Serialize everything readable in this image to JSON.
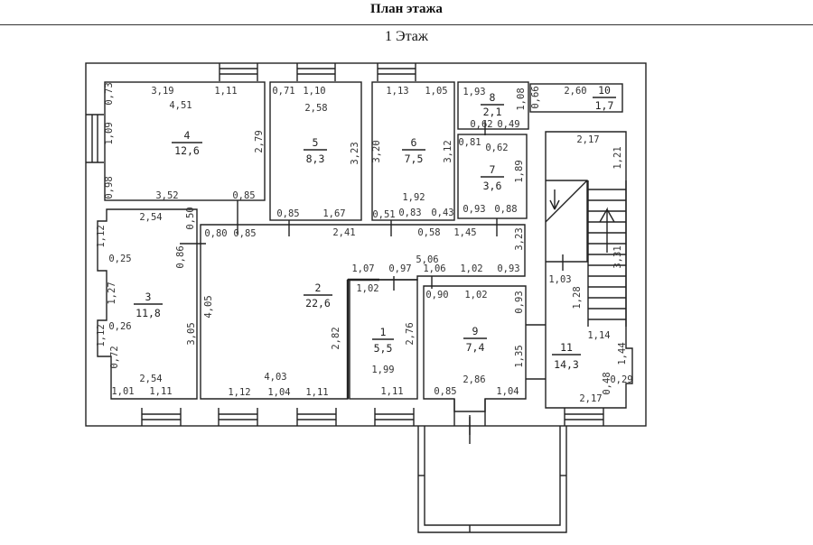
{
  "header": {
    "title": "План этажа",
    "floor": "1 Этаж"
  },
  "rooms": {
    "r1": {
      "number": "1",
      "area": "5,5"
    },
    "r2": {
      "number": "2",
      "area": "22,6"
    },
    "r3": {
      "number": "3",
      "area": "11,8"
    },
    "r4": {
      "number": "4",
      "area": "12,6"
    },
    "r5": {
      "number": "5",
      "area": "8,3"
    },
    "r6": {
      "number": "6",
      "area": "7,5"
    },
    "r7": {
      "number": "7",
      "area": "3,6"
    },
    "r8": {
      "number": "8",
      "area": "2,1"
    },
    "r9": {
      "number": "9",
      "area": "7,4"
    },
    "r10": {
      "number": "10",
      "area": "1,7"
    },
    "r11": {
      "number": "11",
      "area": "14,3"
    }
  },
  "dims": {
    "r4": [
      "3,19",
      "1,11",
      "4,51",
      "0,73",
      "1,09",
      "0,98",
      "3,52",
      "0,85",
      "2,79"
    ],
    "r5": [
      "0,71",
      "1,10",
      "2,58",
      "3,23",
      "0,85",
      "1,67"
    ],
    "r6": [
      "1,13",
      "1,05",
      "3,20",
      "3,12",
      "1,92",
      "0,51",
      "0,83",
      "0,43"
    ],
    "r8": [
      "1,93",
      "1,08",
      "0,62",
      "0,49"
    ],
    "r10": [
      "0,66",
      "2,60"
    ],
    "r7": [
      "0,81",
      "0,62",
      "1,89",
      "0,93",
      "0,88"
    ],
    "r3": [
      "2,54",
      "0,50",
      "1,12",
      "0,25",
      "0,86",
      "1,27",
      "0,26",
      "1,12",
      "0,72",
      "3,05",
      "2,54",
      "1,01",
      "1,11"
    ],
    "r2": [
      "0,80",
      "0,85",
      "2,41",
      "4,05",
      "2,82",
      "4,03",
      "1,12",
      "1,04",
      "1,11"
    ],
    "corr": [
      "0,58",
      "1,45",
      "3,23",
      "5,06",
      "1,07",
      "0,97",
      "1,06",
      "1,02",
      "0,93"
    ],
    "r1": [
      "1,02",
      "2,76",
      "1,99",
      "1,11"
    ],
    "r9": [
      "0,90",
      "1,02",
      "0,93",
      "1,35",
      "2,86",
      "0,85",
      "1,04"
    ],
    "r11": [
      "2,17",
      "1,21",
      "1,03",
      "1,28",
      "3,31",
      "1,14",
      "1,44",
      "0,29",
      "0,48",
      "2,17"
    ]
  }
}
